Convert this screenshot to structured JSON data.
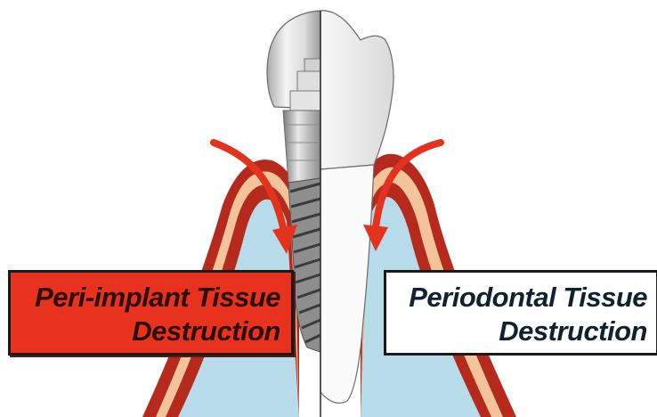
{
  "labels": {
    "left": {
      "line1": "Peri-implant Tissue",
      "line2": "Destruction"
    },
    "right": {
      "line1": "Periodontal Tissue",
      "line2": "Destruction"
    }
  },
  "colors": {
    "bone": "#b7dbe8",
    "gingiva_outline": "#b52a1c",
    "cortical": "#f3c39c",
    "arrow": "#e3321e",
    "left_box": "#e8321e",
    "right_box": "#ffffff",
    "crown": "#e6e6e6"
  },
  "icons": [
    "curved-arrow-left",
    "curved-arrow-right"
  ]
}
